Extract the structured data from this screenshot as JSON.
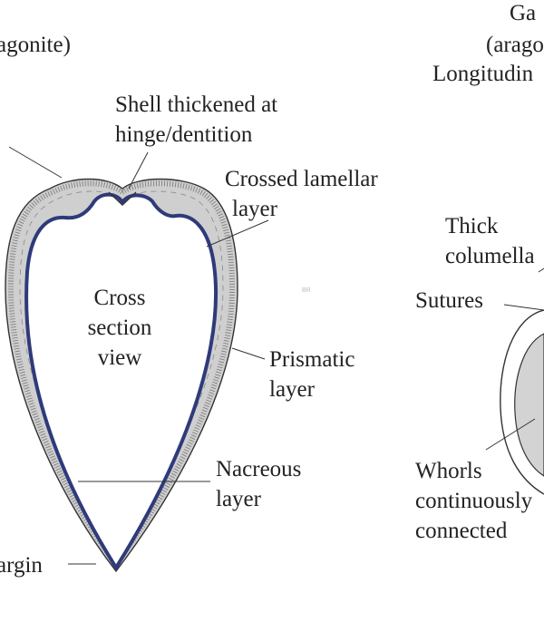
{
  "labels": {
    "aragonite_left": "agonite)",
    "gastropod_title": "Ga",
    "gastropod_subtitle": "(arago",
    "gastropod_longitudinal": "Longitudin",
    "hinge_line1": "Shell thickened at",
    "hinge_line2": "hinge/dentition",
    "crossed_line1": "Crossed lamellar",
    "crossed_line2": "layer",
    "cross_section_line1": "Cross",
    "cross_section_line2": "section",
    "cross_section_line3": "view",
    "prismatic_line1": "Prismatic",
    "prismatic_line2": "layer",
    "nacreous_line1": "Nacreous",
    "nacreous_line2": "layer",
    "margin": "argin",
    "thick_line1": "Thick",
    "thick_line2": "columella",
    "sutures": "Sutures",
    "whorls_line1": "Whorls",
    "whorls_line2": "continuously",
    "whorls_line3": "connected",
    "watermark": "BR"
  },
  "colors": {
    "outer_fill": "#cfcfcf",
    "nacre": "#2f3a7a",
    "inner_fill": "#ffffff",
    "whorl_fill": "#d3d3d3",
    "ink": "#222222"
  }
}
